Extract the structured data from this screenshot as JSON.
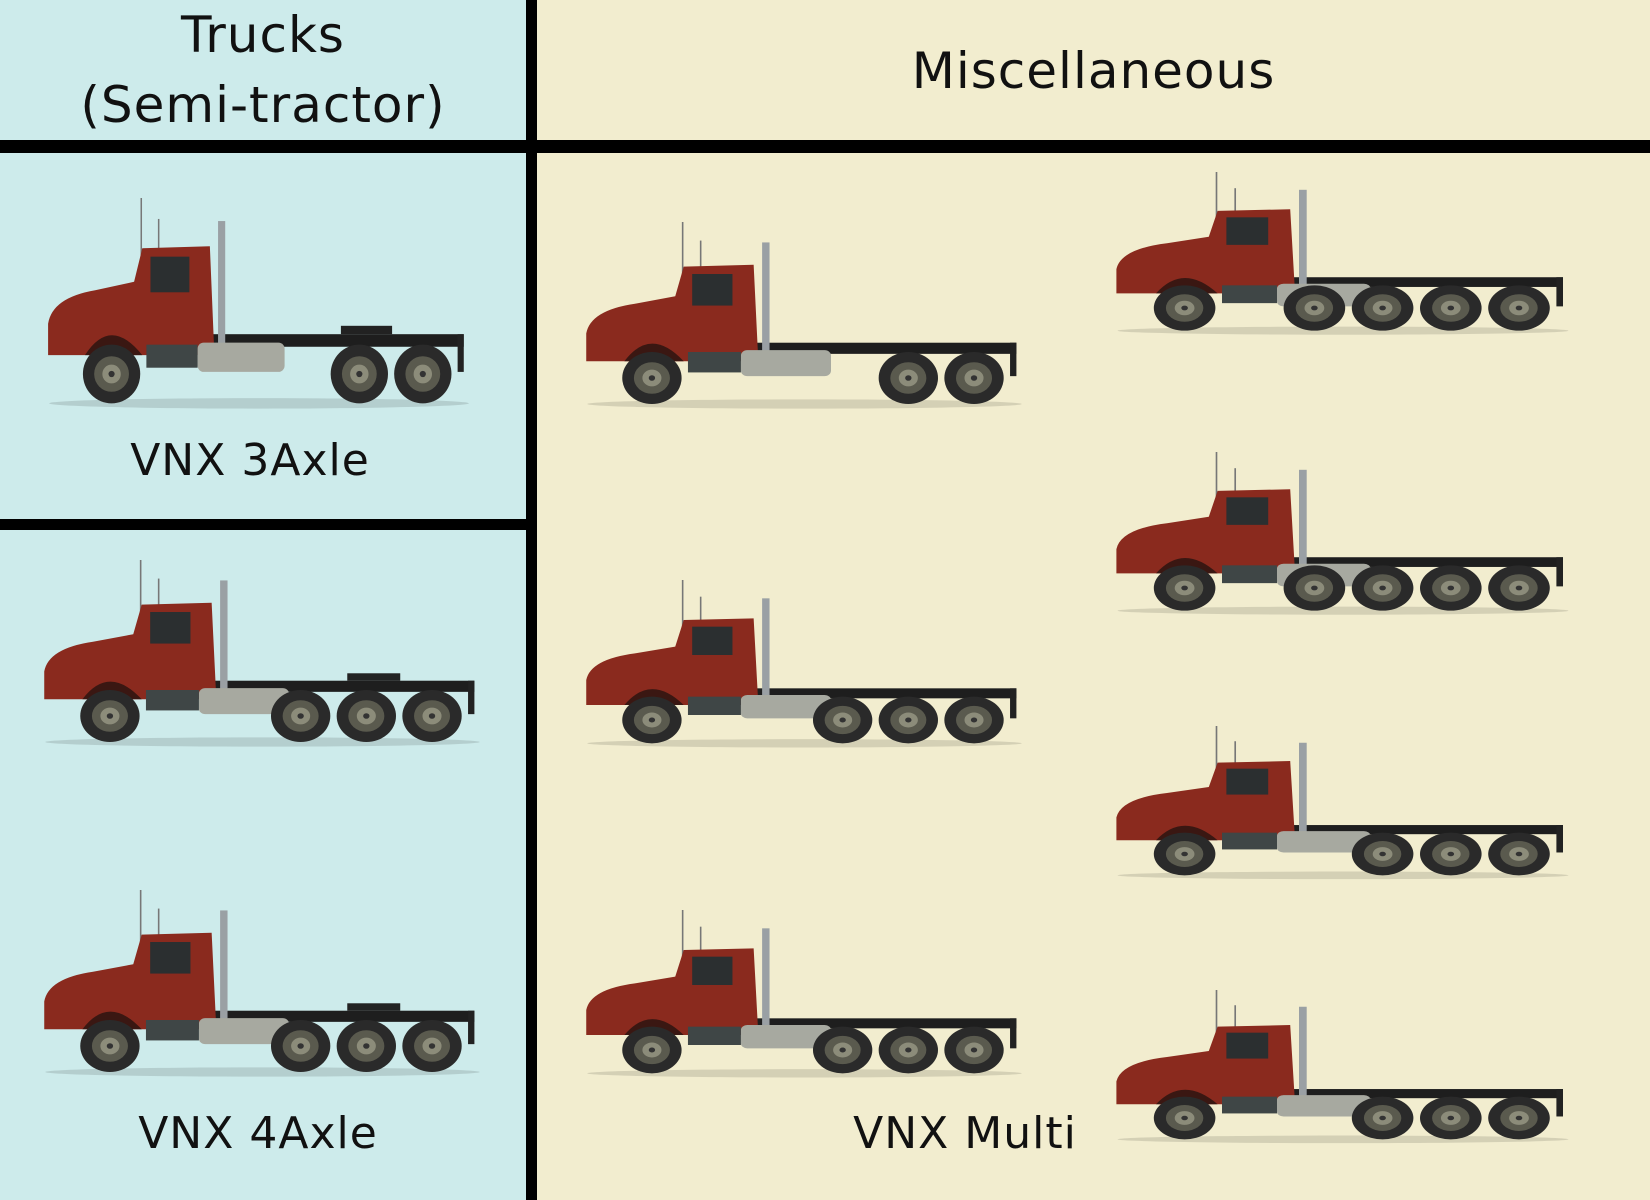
{
  "headers": {
    "trucks_line1": "Trucks",
    "trucks_line2": "(Semi-tractor)",
    "misc": "Miscellaneous"
  },
  "labels": {
    "three_axle": "VNX 3Axle",
    "four_axle": "VNX 4Axle",
    "multi": "VNX Multi"
  },
  "colors": {
    "left_bg": "#cdebeb",
    "right_bg": "#f2edcf",
    "divider": "#000000",
    "cab": "#8a2a1e"
  },
  "trucks": [
    {
      "group": "VNX 3Axle",
      "rear_axles": 2,
      "fifth_wheel": true
    },
    {
      "group": "VNX 4Axle",
      "rear_axles": 3,
      "fifth_wheel": true
    },
    {
      "group": "VNX 4Axle",
      "rear_axles": 3,
      "fifth_wheel": true
    },
    {
      "group": "VNX Multi",
      "rear_axles": 2,
      "fifth_wheel": false
    },
    {
      "group": "VNX Multi",
      "rear_axles": 3,
      "fifth_wheel": false
    },
    {
      "group": "VNX Multi",
      "rear_axles": 3,
      "fifth_wheel": false
    },
    {
      "group": "VNX Multi",
      "rear_axles": 4,
      "fifth_wheel": false
    },
    {
      "group": "VNX Multi",
      "rear_axles": 4,
      "fifth_wheel": false
    },
    {
      "group": "VNX Multi",
      "rear_axles": 3,
      "fifth_wheel": false
    },
    {
      "group": "VNX Multi",
      "rear_axles": 3,
      "fifth_wheel": false
    }
  ]
}
